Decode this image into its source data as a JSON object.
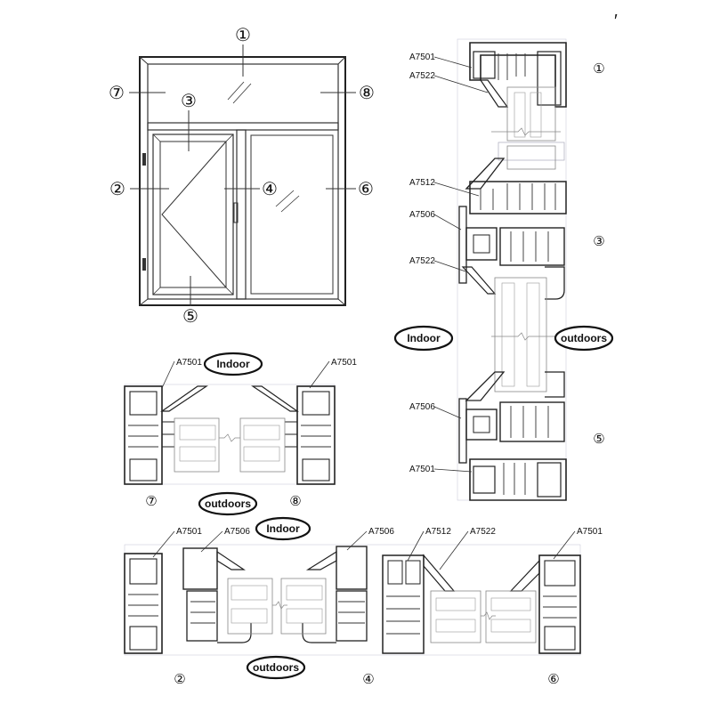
{
  "window_elevation": {
    "callouts": [
      "①",
      "⑦",
      "③",
      "⑧",
      "②",
      "④",
      "⑥",
      "⑤"
    ]
  },
  "section_right": {
    "labels": [
      "A7501",
      "A7522",
      "A7512",
      "A7506",
      "A7522",
      "A7506",
      "A7501"
    ],
    "markers": [
      "①",
      "③",
      "⑤"
    ]
  },
  "section_7_8": {
    "labels": [
      "A7501",
      "A7501"
    ],
    "markers": [
      "⑦",
      "⑧"
    ]
  },
  "section_2_4_6": {
    "labels": [
      "A7501",
      "A7506",
      "A7506",
      "A7512",
      "A7522",
      "A7501"
    ],
    "markers": [
      "②",
      "④",
      "⑥"
    ]
  },
  "ovals": {
    "indoor": "Indoor",
    "outdoors": "outdoors"
  },
  "corner_mark": "′"
}
